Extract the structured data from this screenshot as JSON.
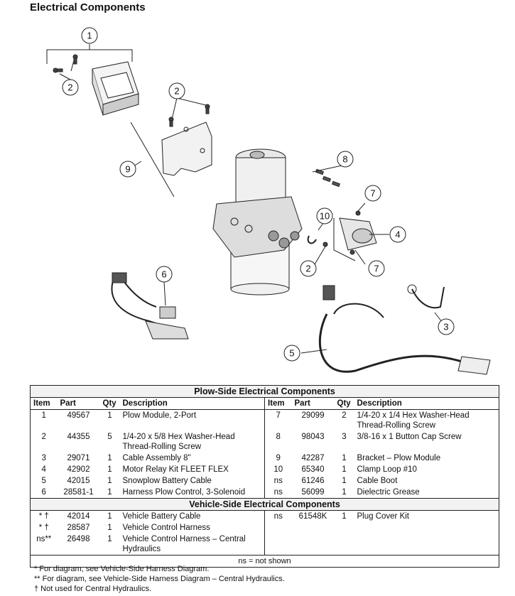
{
  "page_title": "Electrical Components",
  "callouts": [
    "1",
    "2",
    "2",
    "9",
    "8",
    "7",
    "10",
    "4",
    "2",
    "7",
    "6",
    "3",
    "5"
  ],
  "plow_table": {
    "title": "Plow-Side Electrical Components",
    "headers": [
      "Item",
      "Part",
      "Qty",
      "Description",
      "Item",
      "Part",
      "Qty",
      "Description"
    ],
    "rows": [
      {
        "left": [
          "1",
          "49567",
          "1",
          "Plow Module, 2-Port"
        ],
        "right": [
          "7",
          "29099",
          "2",
          "1/4-20 x 1/4 Hex Washer-Head Thread-Rolling Screw"
        ]
      },
      {
        "left": [
          "2",
          "44355",
          "5",
          "1/4-20 x 5/8 Hex Washer-Head Thread-Rolling Screw"
        ],
        "right": [
          "8",
          "98043",
          "3",
          "3/8-16 x 1 Button Cap Screw"
        ]
      },
      {
        "left": [
          "3",
          "29071",
          "1",
          "Cable Assembly 8\""
        ],
        "right": [
          "9",
          "42287",
          "1",
          "Bracket – Plow Module"
        ]
      },
      {
        "left": [
          "4",
          "42902",
          "1",
          "Motor Relay Kit FLEET FLEX"
        ],
        "right": [
          "10",
          "65340",
          "1",
          "Clamp Loop #10"
        ]
      },
      {
        "left": [
          "5",
          "42015",
          "1",
          "Snowplow Battery Cable"
        ],
        "right": [
          "ns",
          "61246",
          "1",
          "Cable Boot"
        ]
      },
      {
        "left": [
          "6",
          "28581-1",
          "1",
          "Harness Plow Control, 3-Solenoid"
        ],
        "right": [
          "ns",
          "56099",
          "1",
          "Dielectric Grease"
        ]
      }
    ]
  },
  "vehicle_table": {
    "title": "Vehicle-Side Electrical Components",
    "rows": [
      {
        "left": [
          "* †",
          "42014",
          "1",
          "Vehicle Battery Cable"
        ],
        "right": [
          "ns",
          "61548K",
          "1",
          "Plug Cover Kit"
        ]
      },
      {
        "left": [
          "* †",
          "28587",
          "1",
          "Vehicle Control Harness"
        ],
        "right": [
          "",
          "",
          "",
          ""
        ]
      },
      {
        "left": [
          "ns**",
          "26498",
          "1",
          "Vehicle Control Harness – Central Hydraulics"
        ],
        "right": [
          "",
          "",
          "",
          ""
        ]
      }
    ],
    "note": "ns = not shown"
  },
  "footnotes": [
    "*  For diagram, see Vehicle-Side Harness Diagram.",
    "**  For diagram, see Vehicle-Side Harness Diagram – Central Hydraulics.",
    "†  Not used for Central Hydraulics."
  ]
}
